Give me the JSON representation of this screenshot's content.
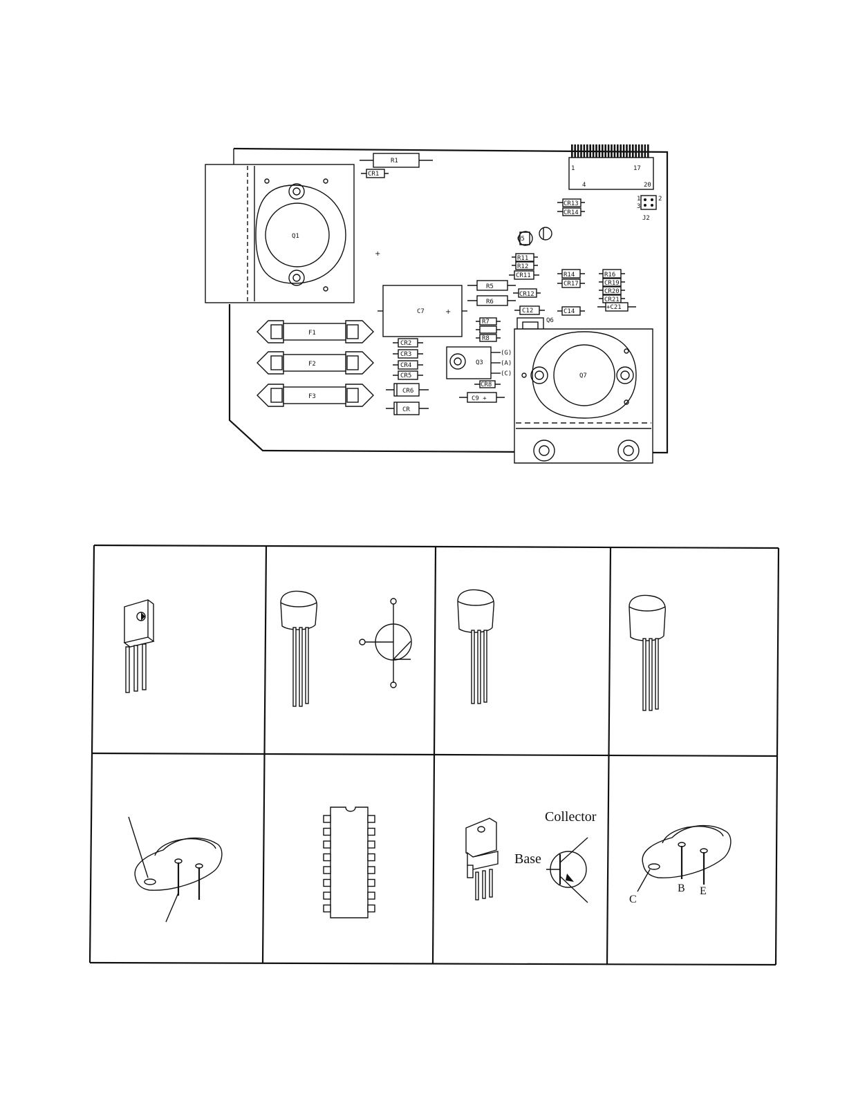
{
  "pcb": {
    "fuses": [
      "F1",
      "F2",
      "F3"
    ],
    "transistors": {
      "q1": "Q1",
      "q3": "Q3",
      "q5": "Q5",
      "q6": "Q6",
      "q7": "Q7"
    },
    "resistors": {
      "r1": "R1",
      "r5": "R5",
      "r6": "R6",
      "r7": "R7",
      "r8": "R8",
      "r11": "R11",
      "r12": "R12",
      "r14": "R14",
      "r16": "R16"
    },
    "capacitors": {
      "c7": "C7",
      "c9": "C9 +",
      "c12": "C12",
      "c14": "C14",
      "c21": "+C21"
    },
    "diodes": {
      "cr1": "CR1",
      "cr2": "CR2",
      "cr3": "CR3",
      "cr4": "CR4",
      "cr5": "CR5",
      "cr6": "CR6",
      "cr": "CR",
      "cr8": "CR8",
      "cr11": "CR11",
      "cr12": "CR12",
      "cr13": "CR13",
      "cr14": "CR14",
      "cr17": "CR17",
      "cr19": "CR19",
      "cr20": "CR20",
      "cr21": "CR21"
    },
    "q3_pins": [
      "(G)",
      "(A)",
      "(C)"
    ],
    "connector": {
      "pin1": "1",
      "pin17": "17",
      "pin4": "4",
      "pin20": "20"
    },
    "j2": {
      "label": "J2",
      "pin1": "1",
      "pin2": "2",
      "pin3": "3"
    }
  },
  "components": {
    "base_label": "Base",
    "collector_label": "Collector",
    "to3_pins": {
      "c": "C",
      "b": "B",
      "e": "E"
    }
  }
}
